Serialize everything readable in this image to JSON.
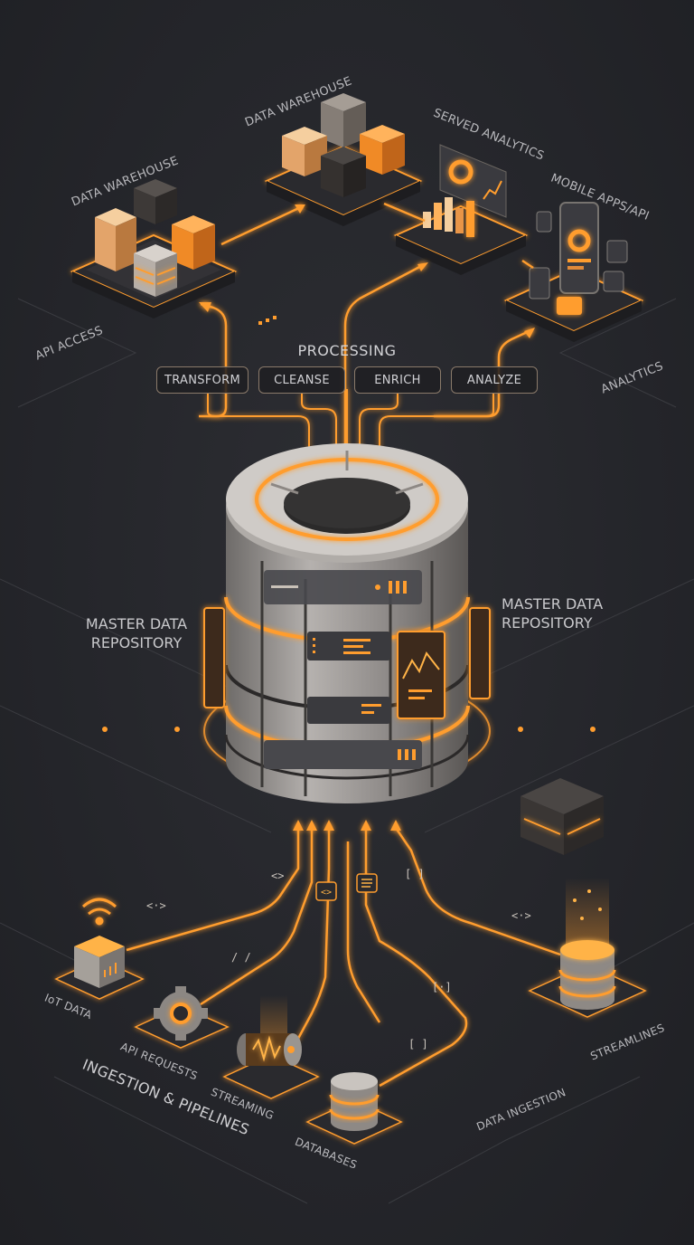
{
  "colors": {
    "accent": "#ff9d2e",
    "accent_glow": "#ffb347",
    "background": "#24252a",
    "metal": "#9b9896",
    "dark_block": "#3a3838",
    "label": "#b9b9bd"
  },
  "top": {
    "data_warehouse_left": "DATA WAREHOUSE",
    "data_warehouse_center": "DATA WAREHOUSE",
    "served_analytics": "SERVED ANALYTICS",
    "mobile_apps": "MOBILE APPS/API",
    "api_access": "API ACCESS",
    "analytics": "ANALYTICS"
  },
  "processing": {
    "title": "PROCESSING",
    "steps": [
      "TRANSFORM",
      "CLEANSE",
      "ENRICH",
      "ANALYZE"
    ]
  },
  "repository": {
    "left_label": "MASTER DATA REPOSITORY",
    "right_label": "MASTER DATA REPOSITORY"
  },
  "bottom": {
    "section_title": "INGESTION & PIPELINES",
    "sources": [
      "IoT DATA",
      "API REQUESTS",
      "STREAMING",
      "DATABASES"
    ],
    "data_ingestion": "DATA INGESTION",
    "streamlines": "STREAMLINES"
  },
  "icons": [
    "cube-stack-icon",
    "bar-chart-icon",
    "pie-chart-icon",
    "smartphone-icon",
    "database-cylinder-icon",
    "wifi-icon",
    "gear-icon",
    "stream-drum-icon",
    "code-bracket-icon",
    "server-box-icon"
  ],
  "glyphs": {
    "code": "<>",
    "code_dots": "<·>",
    "brackets": "[ ]",
    "brackets_dots": "[·]",
    "slash": "/ /"
  }
}
